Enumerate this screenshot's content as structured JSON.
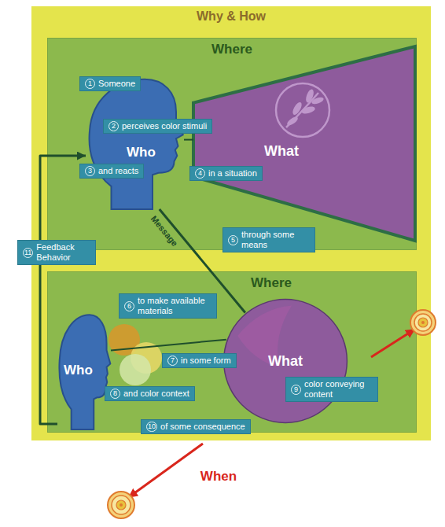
{
  "diagram": {
    "nodes": [
      {
        "text": [
          "Why & How"
        ]
      },
      {
        "text": [
          "Where"
        ],
        "in": 0
      },
      {
        "text": [
          "1",
          "Someone"
        ],
        "in": 1
      },
      {
        "text": [
          "Who"
        ],
        "in": 1
      },
      {
        "text": [
          "What"
        ],
        "in": 1
      },
      {
        "text": [
          "2",
          "perceives color stimuli"
        ],
        "in": 1
      },
      {
        "text": [
          "3",
          "and reacts"
        ],
        "in": 1
      },
      {
        "text": [
          "4",
          "in a situation"
        ],
        "in": 1
      },
      {
        "text": [
          "5",
          "through some means"
        ],
        "in": 1
      },
      {
        "text": [
          "11",
          "Feedback Behavior"
        ],
        "in": 0
      },
      {
        "text": [
          "Where"
        ],
        "in": 0
      },
      {
        "text": [
          "6",
          "to make available materials"
        ],
        "in": 10
      },
      {
        "text": [
          "Who"
        ],
        "in": 10
      },
      {
        "text": [
          "7",
          "in some form"
        ],
        "in": 10
      },
      {
        "text": [
          "What"
        ],
        "in": 10
      },
      {
        "text": [
          "8",
          "and color context"
        ],
        "in": 10
      },
      {
        "text": [
          "9",
          "color conveying content"
        ],
        "in": 10
      },
      {
        "text": [
          "10",
          "of some consequence"
        ],
        "in": 10
      }
    ],
    "edges": [
      {
        "from": 3,
        "to": 14,
        "label": "Message",
        "arrow": "none"
      },
      {
        "from": 3,
        "to": 4,
        "arrow": "none"
      },
      {
        "from": 12,
        "to": 14,
        "arrow": "none"
      },
      {
        "from": 12,
        "to": 3,
        "arrow": "to"
      }
    ],
    "labels": [
      "When"
    ]
  }
}
